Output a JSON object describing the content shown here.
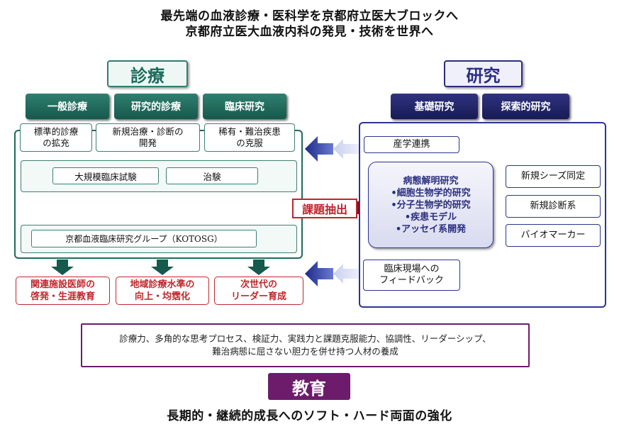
{
  "headlines": {
    "line1": "最先端の血液診療・医科学を京都府立医大ブロックへ",
    "line2": "京都府立医大血液内科の発見・技術を世界へ"
  },
  "clinical": {
    "title": "診療",
    "tabs": [
      "一般診療",
      "研究的診療",
      "臨床研究"
    ],
    "top_boxes": [
      [
        "標準的診療",
        "の拡充"
      ],
      [
        "新規治療・診断の",
        "開発"
      ],
      [
        "稀有・難治疾患",
        "の克服"
      ]
    ],
    "trial_boxes": [
      "大規模臨床試験",
      "治験"
    ],
    "group": "京都血液臨床研究グループ（KOTOSG）",
    "outcomes": [
      [
        "関連施設医師の",
        "啓発・生涯教育"
      ],
      [
        "地域診療水準の",
        "向上・均霑化"
      ],
      [
        "次世代の",
        "リーダー育成"
      ]
    ]
  },
  "extract_label": "課題抽出",
  "research": {
    "title": "研究",
    "tabs": [
      "基礎研究",
      "探索的研究"
    ],
    "industry": "産学連携",
    "core": {
      "title": "病態解明研究",
      "items": [
        "•細胞生物学的研究",
        "•分子生物学的研究",
        "•疾患モデル",
        "•アッセイ系開発"
      ]
    },
    "outputs": [
      "新規シーズ同定",
      "新規診断系",
      "バイオマーカー"
    ],
    "feedback": [
      "臨床現場への",
      "フィードバック"
    ]
  },
  "education": {
    "description_lines": [
      "診療力、多角的な思考プロセス、検証力、実践力と課題克服能力、協調性、リーダーシップ、",
      "難治病態に屈さない胆力を併せ持つ人材の養成"
    ],
    "title": "教育",
    "footer": "長期的・継続的成長へのソフト・ハード両面の強化"
  },
  "colors": {
    "green": "#1e6b5d",
    "navy": "#2b2f7f",
    "red": "#c0262c",
    "purple": "#6d1c6c",
    "light_blue": "#aeb6e6"
  }
}
